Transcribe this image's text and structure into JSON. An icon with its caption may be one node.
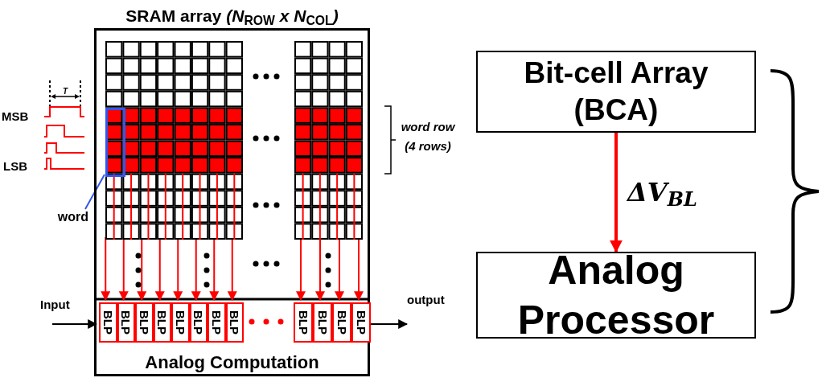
{
  "diagram": {
    "nodes": [
      {
        "text": [
          "SRAM array *(N*$_{ROW}$ *x N*$_{COL}$*)*"
        ]
      },
      {
        "text": [],
        "shape": "box",
        "in": 0
      },
      {
        "text": [],
        "shape": "box",
        "in": 0
      },
      {
        "text": [],
        "shape": "box",
        "in": 1
      },
      {
        "text": [
          "word"
        ]
      },
      {
        "text": [
          "BLP"
        ],
        "in": 0
      },
      {
        "text": [
          "BLP"
        ],
        "in": 0
      },
      {
        "text": [
          "BLP"
        ],
        "in": 0
      },
      {
        "text": [
          "BLP"
        ],
        "in": 0
      },
      {
        "text": [
          "BLP"
        ],
        "in": 0
      },
      {
        "text": [
          "BLP"
        ],
        "in": 0
      },
      {
        "text": [
          "BLP"
        ],
        "in": 0
      },
      {
        "text": [
          "BLP"
        ],
        "in": 0
      },
      {
        "text": [
          "BLP"
        ],
        "in": 0
      },
      {
        "text": [
          "BLP"
        ],
        "in": 0
      },
      {
        "text": [
          "BLP"
        ],
        "in": 0
      },
      {
        "text": [
          "BLP"
        ],
        "in": 0
      },
      {
        "text": [
          "Bit-cell Array (BCA)"
        ]
      },
      {
        "text": [
          "Analog Processor"
        ]
      }
    ],
    "edges": [
      {
        "from": 1,
        "to": 5,
        "arrow": "to"
      },
      {
        "from": 1,
        "to": 6,
        "arrow": "to"
      },
      {
        "from": 1,
        "to": 7,
        "arrow": "to"
      },
      {
        "from": 1,
        "to": 8,
        "arrow": "to"
      },
      {
        "from": 1,
        "to": 9,
        "arrow": "to"
      },
      {
        "from": 1,
        "to": 10,
        "arrow": "to"
      },
      {
        "from": 1,
        "to": 11,
        "arrow": "to"
      },
      {
        "from": 1,
        "to": 12,
        "arrow": "to"
      },
      {
        "from": 2,
        "to": 13,
        "arrow": "to"
      },
      {
        "from": 2,
        "to": 14,
        "arrow": "to"
      },
      {
        "from": 2,
        "to": 15,
        "arrow": "to"
      },
      {
        "from": 2,
        "to": 16,
        "arrow": "to"
      },
      {
        "from": null,
        "to": 5,
        "arrow": "to",
        "color": "#000000"
      },
      {
        "from": 16,
        "to": null,
        "arrow": "to",
        "color": "#000000"
      },
      {
        "from": 4,
        "to": 3,
        "arrow": "none",
        "color": "#3355ee"
      },
      {
        "from": 17,
        "to": 18,
        "arrow": "to",
        "label": "ΔV$_{BL}$",
        "style": "thick"
      }
    ],
    "labels": [
      "T",
      "MSB",
      "LSB",
      "word row (4 rows)",
      "Input",
      "output",
      "Analog Computation"
    ]
  }
}
